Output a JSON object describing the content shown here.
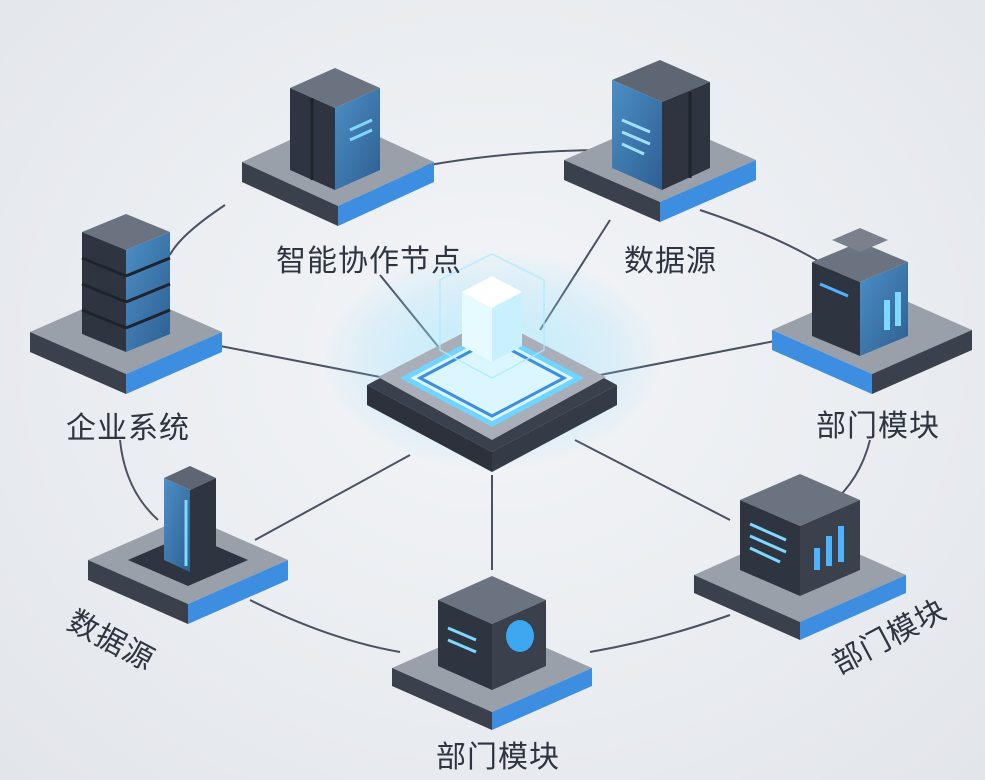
{
  "diagram": {
    "colors": {
      "background": "#eceef2",
      "platform_top": "#9aa0aa",
      "platform_side": "#3a404c",
      "accent_blue": "#3d8ee0",
      "glow": "#7fd8ff",
      "connector": "#4a5160",
      "label_text": "#2f3540"
    },
    "hub": {
      "icon": "glowing-cube-icon"
    },
    "nodes": [
      {
        "id": "smart",
        "label": "智能协作节点",
        "icon": "server-tower-icon"
      },
      {
        "id": "ds-top",
        "label": "数据源",
        "icon": "rack-server-icon"
      },
      {
        "id": "dept-right",
        "label": "部门模块",
        "icon": "building-chart-icon"
      },
      {
        "id": "enterprise",
        "label": "企业系统",
        "icon": "stacked-server-icon"
      },
      {
        "id": "ds-left",
        "label": "数据源",
        "icon": "database-pillar-icon"
      },
      {
        "id": "dept-bottom",
        "label": "部门模块",
        "icon": "module-cube-icon"
      },
      {
        "id": "dept-lowright",
        "label": "部门模块",
        "icon": "bar-chart-box-icon"
      }
    ]
  }
}
